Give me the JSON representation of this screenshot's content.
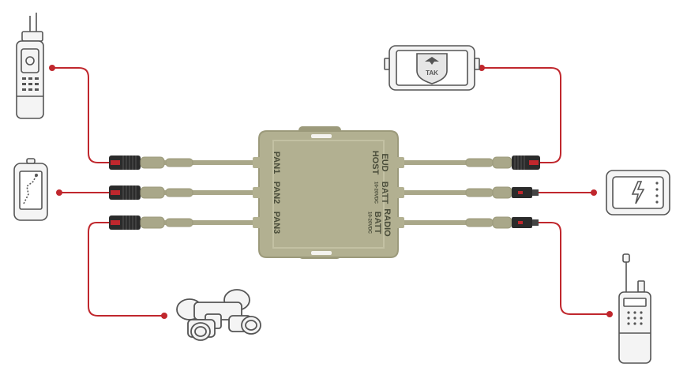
{
  "hub": {
    "ports_left": [
      {
        "label": "PAN1"
      },
      {
        "label": "PAN2"
      },
      {
        "label": "PAN3"
      }
    ],
    "ports_right": [
      {
        "label_line1": "EUD",
        "label_line2": "HOST",
        "label_line3": ""
      },
      {
        "label_line1": "BATT",
        "label_line2": "10-20VDC",
        "label_line3": ""
      },
      {
        "label_line1": "RADIO",
        "label_line2": "BATT",
        "label_line3": "10-20VDC"
      }
    ]
  },
  "devices": {
    "tablet_logo_text": "TAK"
  },
  "colors": {
    "hub_body": "#b2b091",
    "hub_shadow": "#9c9a7b",
    "cable": "#a9a789",
    "connector_dark": "#2b2b2b",
    "connector_red": "#c0272d",
    "link_line": "#c0272d",
    "device_outline": "#555555",
    "device_fill": "#f4f4f4"
  },
  "icons": [
    "mbitr-radio-icon",
    "gps-handheld-icon",
    "night-vision-goggles-icon",
    "tak-tablet-icon",
    "battery-pack-icon",
    "handheld-radio-icon"
  ]
}
